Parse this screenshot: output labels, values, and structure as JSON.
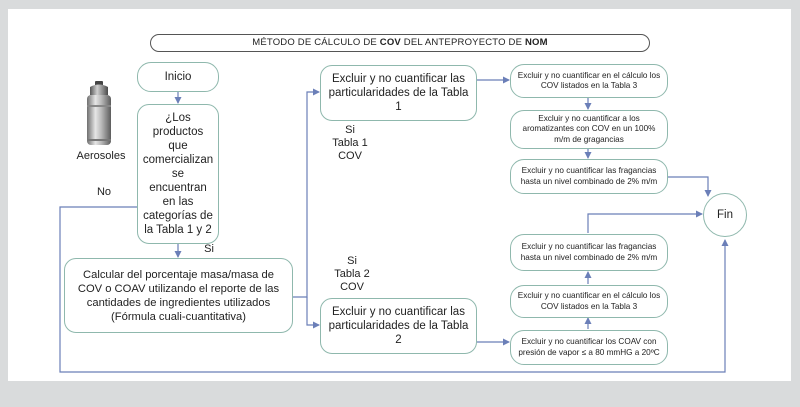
{
  "title": {
    "part1": "MÉTODO DE CÁLCULO DE ",
    "bold1": "COV",
    "part2": " DEL ANTEPROYECTO DE ",
    "bold2": "NOM"
  },
  "aerosol_label": "Aerosoles",
  "nodes": {
    "inicio": "Inicio",
    "question": "¿Los productos que comercializan se encuentran en las categorías de la Tabla 1 y 2",
    "calc": "Calcular del porcentaje masa/masa de COV o COAV utilizando el reporte de las cantidades de ingredientes utilizados (Fórmula cuali-cuantitativa)",
    "t1_main": "Excluir y no cuantificar las particularidades de la Tabla 1",
    "t2_main": "Excluir y no cuantificar las particularidades de la Tabla 2",
    "t1_a": "Excluir y no cuantificar en el cálculo los COV listados en la Tabla 3",
    "t1_b": "Excluir y no cuantificar a los aromatizantes con COV en un 100% m/m de gragancias",
    "t1_c": "Excluir y no cuantificar las fragancias hasta un nivel combinado de 2% m/m",
    "t2_c": "Excluir y no cuantificar las fragancias hasta un nivel combinado de 2% m/m",
    "t2_b": "Excluir y no cuantificar en el cálculo los COV listados en la Tabla 3",
    "t2_a": "Excluir y no cuantificar los COAV con presión de vapor ≤ a 80 mmHG a 20ºC",
    "fin": "Fin"
  },
  "labels": {
    "no": "No",
    "si": "Si",
    "si_t1": "Si\nTabla 1\nCOV",
    "si_t2": "Si\nTabla 2\nCOV"
  },
  "colors": {
    "connector": "#6b7fb8",
    "node_border": "#8fb8ad",
    "panel_bg": "#d9dbdc"
  },
  "icons": {
    "aerosol": "aerosol-can-icon"
  }
}
